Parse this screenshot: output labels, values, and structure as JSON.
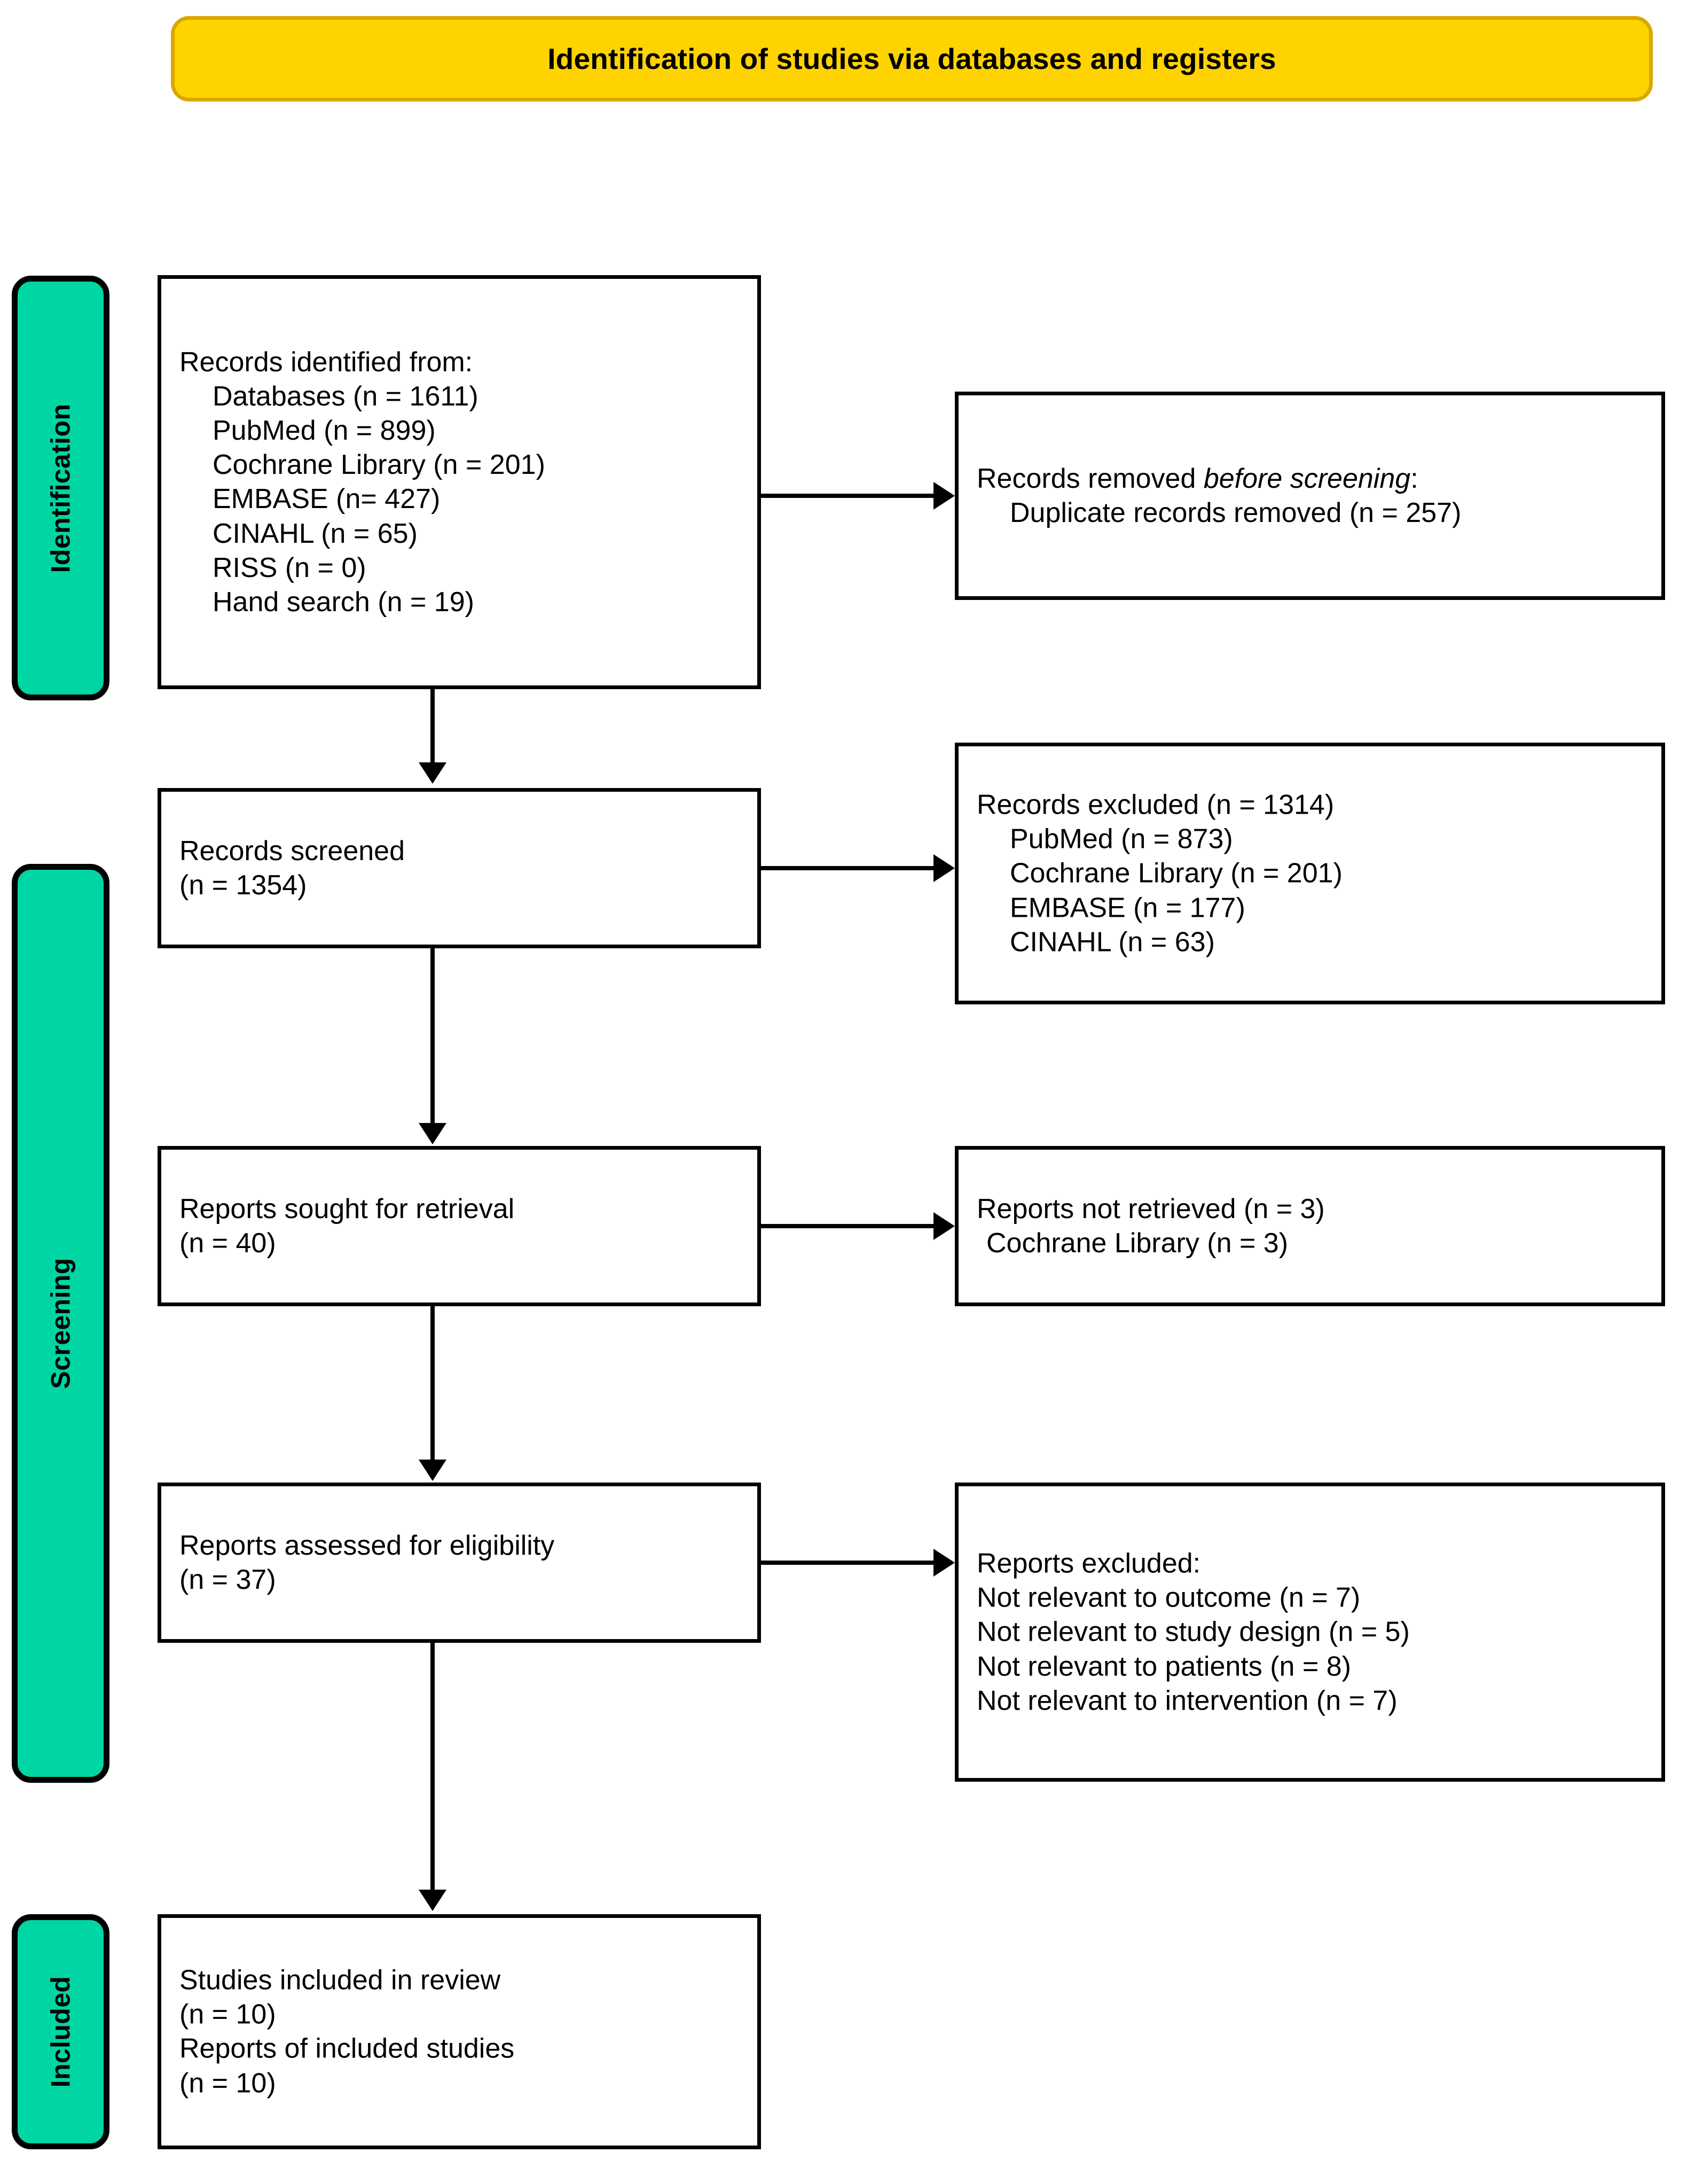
{
  "header": {
    "title": "Identification of studies via databases and registers",
    "bg_color": "#FFD300",
    "border_color": "#D9A800"
  },
  "stages": {
    "accent_color": "#00D6A3",
    "identification": "Identification",
    "screening": "Screening",
    "included": "Included"
  },
  "boxes": {
    "identified": {
      "lines": [
        "Records identified from:",
        "Databases (n = 1611)",
        "PubMed (n = 899)",
        "Cochrane Library (n = 201)",
        "EMBASE (n= 427)",
        "CINAHL (n = 65)",
        "RISS (n = 0)",
        "Hand search (n = 19)"
      ]
    },
    "removed": {
      "line1_prefix": "Records removed ",
      "line1_em": "before screening",
      "line1_suffix": ":",
      "line2": "Duplicate records removed (n = 257)"
    },
    "screened": {
      "line1": "Records screened",
      "line2": "(n = 1354)"
    },
    "records_excluded": {
      "lines": [
        "Records excluded (n = 1314)",
        "PubMed (n = 873)",
        "Cochrane Library (n = 201)",
        "EMBASE (n = 177)",
        "CINAHL (n = 63)"
      ]
    },
    "sought": {
      "line1": "Reports sought for retrieval",
      "line2": "(n = 40)"
    },
    "not_retrieved": {
      "line1": "Reports not retrieved (n = 3)",
      "line2": "Cochrane Library (n = 3)"
    },
    "assessed": {
      "line1": "Reports assessed for eligibility",
      "line2": "(n = 37)"
    },
    "reports_excluded": {
      "lines": [
        "Reports excluded:",
        "Not relevant to outcome (n = 7)",
        "Not relevant to study design (n = 5)",
        "Not relevant to patients (n = 8)",
        "Not relevant to intervention (n = 7)"
      ]
    },
    "included": {
      "line1": "Studies included in review",
      "line2": "(n = 10)",
      "line3": "Reports of included studies",
      "line4": "(n = 10)"
    }
  },
  "chart_data": {
    "type": "diagram",
    "title": "Identification of studies via databases and registers",
    "diagram_kind": "PRISMA 2020 flow diagram",
    "stages": [
      "Identification",
      "Screening",
      "Included"
    ],
    "nodes": [
      {
        "id": "identified",
        "stage": "Identification",
        "column": "left",
        "label": "Records identified from",
        "total": 1611,
        "breakdown": [
          {
            "source": "Databases",
            "n": 1611
          },
          {
            "source": "PubMed",
            "n": 899
          },
          {
            "source": "Cochrane Library",
            "n": 201
          },
          {
            "source": "EMBASE",
            "n": 427
          },
          {
            "source": "CINAHL",
            "n": 65
          },
          {
            "source": "RISS",
            "n": 0
          },
          {
            "source": "Hand search",
            "n": 19
          }
        ]
      },
      {
        "id": "removed",
        "stage": "Identification",
        "column": "right",
        "label": "Records removed before screening",
        "breakdown": [
          {
            "reason": "Duplicate records removed",
            "n": 257
          }
        ]
      },
      {
        "id": "screened",
        "stage": "Screening",
        "column": "left",
        "label": "Records screened",
        "n": 1354
      },
      {
        "id": "records_excluded",
        "stage": "Screening",
        "column": "right",
        "label": "Records excluded",
        "n": 1314,
        "breakdown": [
          {
            "source": "PubMed",
            "n": 873
          },
          {
            "source": "Cochrane Library",
            "n": 201
          },
          {
            "source": "EMBASE",
            "n": 177
          },
          {
            "source": "CINAHL",
            "n": 63
          }
        ]
      },
      {
        "id": "sought",
        "stage": "Screening",
        "column": "left",
        "label": "Reports sought for retrieval",
        "n": 40
      },
      {
        "id": "not_retrieved",
        "stage": "Screening",
        "column": "right",
        "label": "Reports not retrieved",
        "n": 3,
        "breakdown": [
          {
            "source": "Cochrane Library",
            "n": 3
          }
        ]
      },
      {
        "id": "assessed",
        "stage": "Screening",
        "column": "left",
        "label": "Reports assessed for eligibility",
        "n": 37
      },
      {
        "id": "reports_excluded",
        "stage": "Screening",
        "column": "right",
        "label": "Reports excluded",
        "breakdown": [
          {
            "reason": "Not relevant to outcome",
            "n": 7
          },
          {
            "reason": "Not relevant to study design",
            "n": 5
          },
          {
            "reason": "Not relevant to patients",
            "n": 8
          },
          {
            "reason": "Not relevant to intervention",
            "n": 7
          }
        ]
      },
      {
        "id": "included",
        "stage": "Included",
        "column": "left",
        "label": "Studies included in review",
        "n": 10,
        "breakdown": [
          {
            "reason": "Reports of included studies",
            "n": 10
          }
        ]
      }
    ],
    "edges": [
      {
        "from": "identified",
        "to": "removed",
        "direction": "right"
      },
      {
        "from": "identified",
        "to": "screened",
        "direction": "down"
      },
      {
        "from": "screened",
        "to": "records_excluded",
        "direction": "right"
      },
      {
        "from": "screened",
        "to": "sought",
        "direction": "down"
      },
      {
        "from": "sought",
        "to": "not_retrieved",
        "direction": "right"
      },
      {
        "from": "sought",
        "to": "assessed",
        "direction": "down"
      },
      {
        "from": "assessed",
        "to": "reports_excluded",
        "direction": "right"
      },
      {
        "from": "assessed",
        "to": "included",
        "direction": "down"
      }
    ]
  }
}
